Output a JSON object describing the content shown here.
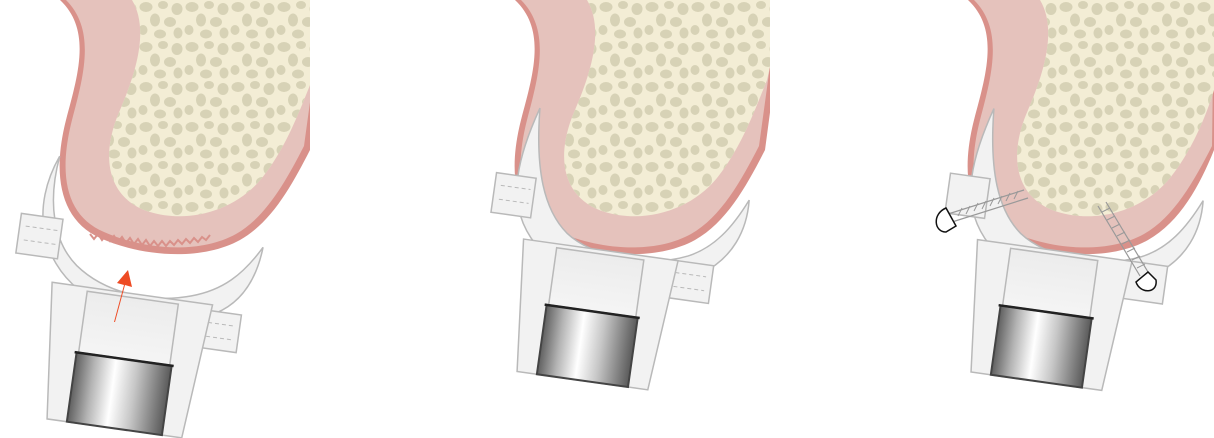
{
  "figure": {
    "panels": [
      {
        "id": "panel-1",
        "stage": "seating",
        "arrow_shown": true,
        "screws_shown": false
      },
      {
        "id": "panel-2",
        "stage": "seated",
        "arrow_shown": false,
        "screws_shown": false
      },
      {
        "id": "panel-3",
        "stage": "fixed",
        "arrow_shown": false,
        "screws_shown": true
      }
    ],
    "colors": {
      "background": "#ffffff",
      "gingiva_outer": "#d9918a",
      "gingiva": "#e5c2bc",
      "bone": "#f3edd5",
      "trabeculae": "#d7d2b6",
      "guide": "#f2f2f2",
      "guide_outline": "#b9b9b9",
      "sleeve_dark": "#444444",
      "arrow": "#ee4b23",
      "screw": "#999999"
    },
    "icons": [
      "arrow-up-icon",
      "screw-icon"
    ]
  }
}
